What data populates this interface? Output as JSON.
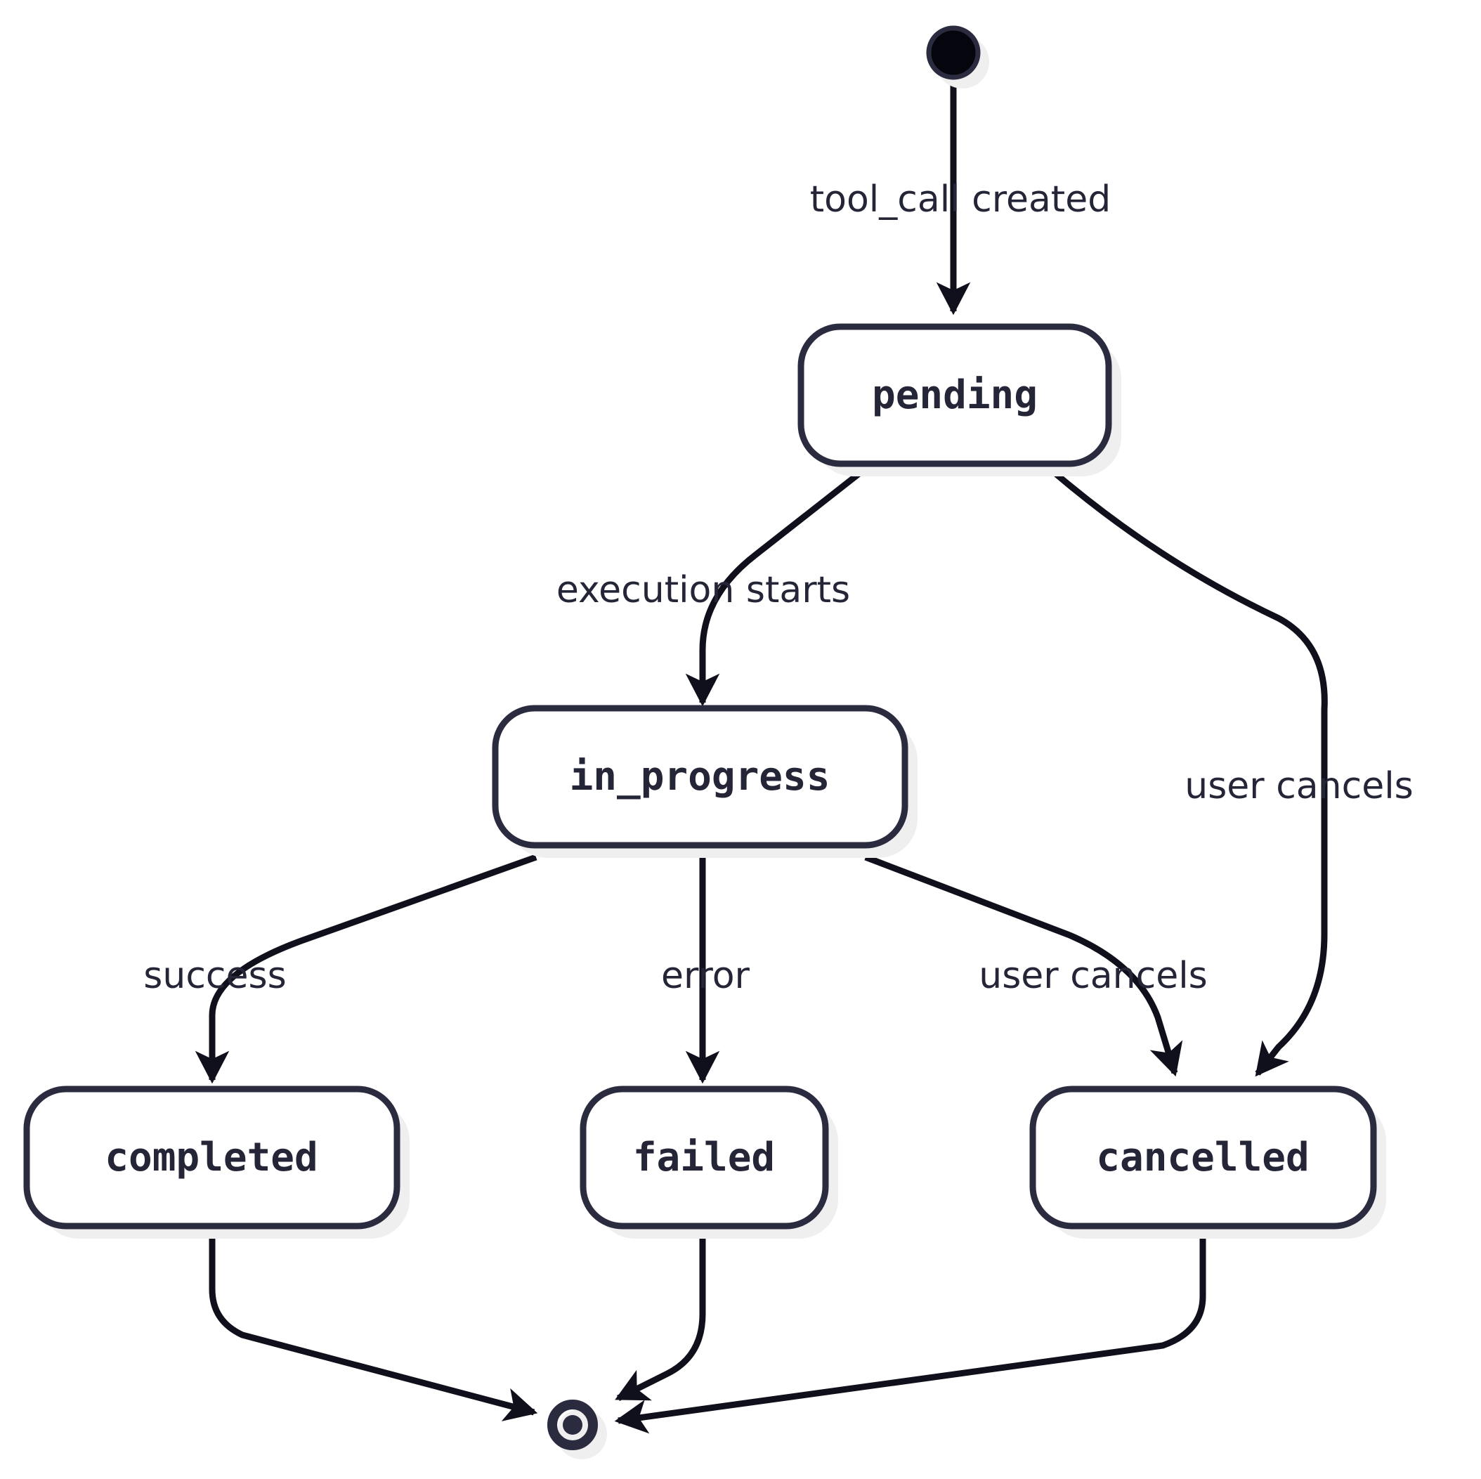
{
  "diagram": {
    "type": "state-machine",
    "title": "tool_call lifecycle state diagram",
    "colors": {
      "background": "#ffffff",
      "node_stroke": "#2b2b40",
      "node_fill": "#ffffff",
      "edge_stroke": "#10101c",
      "text": "#252538",
      "shadow": "#efeff0"
    },
    "start_node": {
      "name": "start-state",
      "shape": "filled-circle"
    },
    "end_node": {
      "name": "end-state",
      "shape": "double-circle"
    },
    "states": [
      {
        "id": "pending",
        "label": "pending"
      },
      {
        "id": "in_progress",
        "label": "in_progress"
      },
      {
        "id": "completed",
        "label": "completed"
      },
      {
        "id": "failed",
        "label": "failed"
      },
      {
        "id": "cancelled",
        "label": "cancelled"
      }
    ],
    "transitions": [
      {
        "from": "start",
        "to": "pending",
        "label": "tool_call created"
      },
      {
        "from": "pending",
        "to": "in_progress",
        "label": "execution starts"
      },
      {
        "from": "pending",
        "to": "cancelled",
        "label": "user cancels"
      },
      {
        "from": "in_progress",
        "to": "completed",
        "label": "success"
      },
      {
        "from": "in_progress",
        "to": "failed",
        "label": "error"
      },
      {
        "from": "in_progress",
        "to": "cancelled",
        "label": "user cancels"
      },
      {
        "from": "completed",
        "to": "end",
        "label": ""
      },
      {
        "from": "failed",
        "to": "end",
        "label": ""
      },
      {
        "from": "cancelled",
        "to": "end",
        "label": ""
      }
    ],
    "edge_labels": {
      "tool_call_created": "tool_call created",
      "execution_starts": "execution starts",
      "user_cancels_pending": "user cancels",
      "success": "success",
      "error": "error",
      "user_cancels_progress": "user cancels"
    }
  }
}
